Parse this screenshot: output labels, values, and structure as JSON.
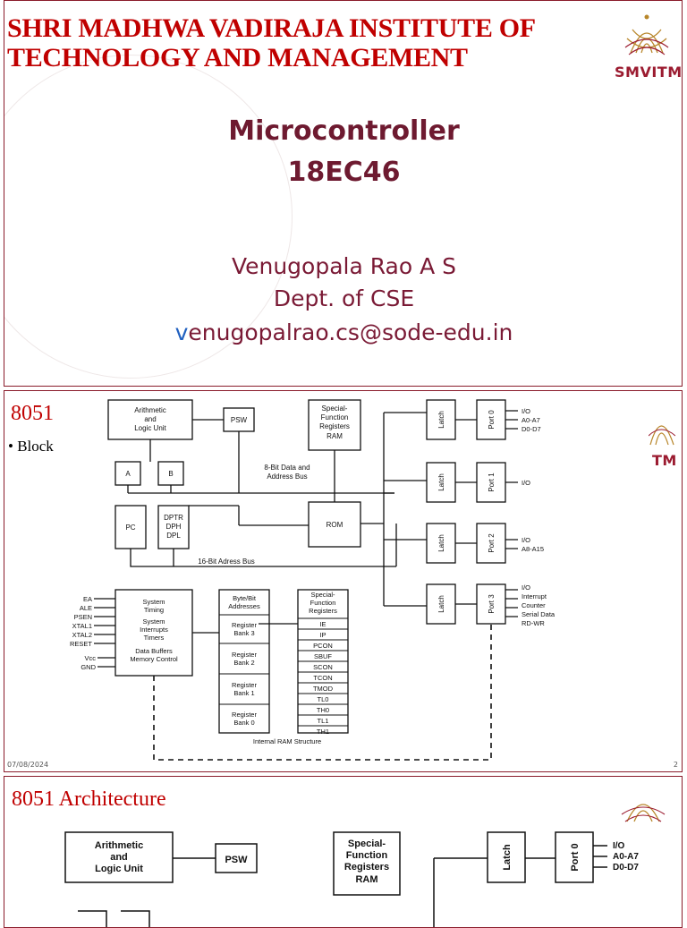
{
  "slide1": {
    "institute_line1": "SHRI MADHWA VADIRAJA INSTITUTE OF",
    "institute_line2": "TECHNOLOGY AND MANAGEMENT",
    "logo_text": "SMVITM",
    "course_title": "Microcontroller",
    "course_code": "18EC46",
    "author": "Venugopala Rao A S",
    "dept": "Dept. of CSE",
    "email_first": "v",
    "email_rest": "enugopalrao.cs@sode-edu.in"
  },
  "slide2": {
    "title": "8051",
    "bullet": "Block",
    "logo_text_partial": "TM",
    "footer_date": "07/08/2024",
    "page_number": "2",
    "diagram": {
      "alu": [
        "Arithmetic",
        "and",
        "Logic Unit"
      ],
      "psw": "PSW",
      "sfr": [
        "Special-",
        "Function",
        "Registers",
        "RAM"
      ],
      "reg_a": "A",
      "reg_b": "B",
      "data_bus": [
        "8-Bit Data and",
        "Address Bus"
      ],
      "pc": "PC",
      "dptr": [
        "DPTR",
        "DPH",
        "DPL"
      ],
      "rom": "ROM",
      "addr_bus": "16-Bit Adress Bus",
      "latch": "Latch",
      "ports": [
        "Port 0",
        "Port 1",
        "Port 2",
        "Port 3"
      ],
      "port_labels": [
        [
          "I/O",
          "A0-A7",
          "D0-D7"
        ],
        [
          "I/O"
        ],
        [
          "I/O",
          "A8-A15"
        ],
        [
          "I/O",
          "Interrupt",
          "Counter",
          "Serial Data",
          "RD-WR"
        ]
      ],
      "pins": [
        "EA",
        "ALE",
        "PSEN",
        "XTAL1",
        "XTAL2",
        "RESET"
      ],
      "power": [
        "Vcc",
        "GND"
      ],
      "system": [
        "System",
        "Timing",
        "System",
        "Interrupts",
        "Timers",
        "Data Buffers",
        "Memory Control"
      ],
      "ram_blocks": [
        [
          "Byte/Bit",
          "Addresses"
        ],
        [
          "Register",
          "Bank 3"
        ],
        [
          "Register",
          "Bank 2"
        ],
        [
          "Register",
          "Bank 1"
        ],
        [
          "Register",
          "Bank 0"
        ]
      ],
      "sfr_header": [
        "Special-",
        "Function",
        "Registers"
      ],
      "sfr_list": [
        "IE",
        "IP",
        "PCON",
        "SBUF",
        "SCON",
        "TCON",
        "TMOD",
        "TL0",
        "TH0",
        "TL1",
        "TH1"
      ],
      "ram_caption": "Internal RAM Structure"
    }
  },
  "slide3": {
    "title": "8051 Architecture",
    "logo_text": "",
    "diagram": {
      "alu": [
        "Arithmetic",
        "and",
        "Logic Unit"
      ],
      "psw": "PSW",
      "sfr": [
        "Special-",
        "Function",
        "Registers",
        "RAM"
      ],
      "latch": "Latch",
      "port0": "Port 0",
      "port0_labels": [
        "I/O",
        "A0-A7",
        "D0-D7"
      ]
    }
  },
  "colors": {
    "institute_red": "#c00000",
    "maroon": "#6e1a30",
    "link_blue": "#2060c0"
  }
}
